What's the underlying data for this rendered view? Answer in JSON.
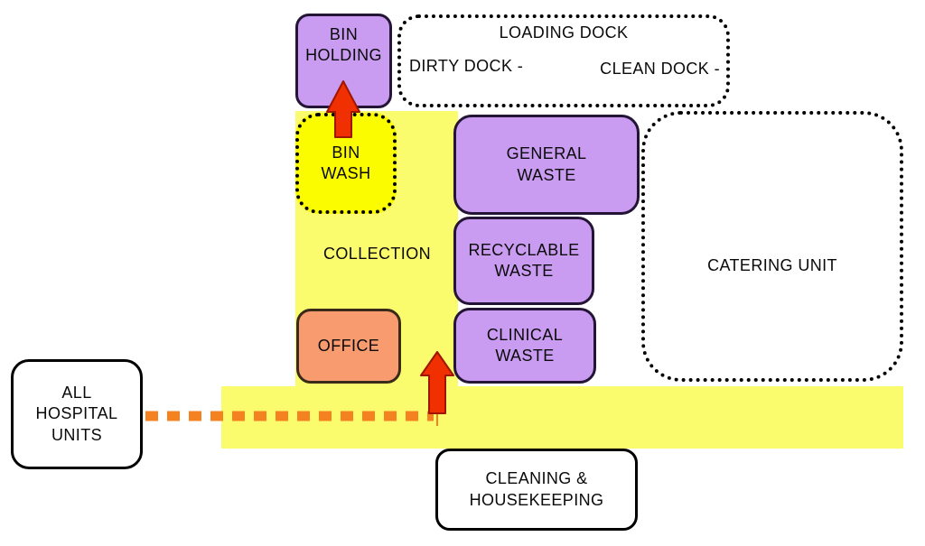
{
  "colors": {
    "purple": "#C99CF2",
    "purple_border": "#241435",
    "yellow_bright": "#FCFC00",
    "yellow_pale": "#FBFB6E",
    "orange": "#F89C70",
    "orange_border": "#3A2A1A",
    "red_arrow": "#F03000",
    "red_arrow_border": "#9E1500",
    "dash_orange": "#F58220",
    "black": "#000000"
  },
  "nodes": {
    "bin_holding": {
      "lines": [
        "BIN",
        "HOLDING"
      ]
    },
    "loading_dock": {
      "title": "LOADING DOCK",
      "dirty": "DIRTY DOCK -",
      "clean": "CLEAN DOCK -"
    },
    "bin_wash": {
      "lines": [
        "BIN",
        "WASH"
      ]
    },
    "general_waste": {
      "lines": [
        "GENERAL",
        "WASTE"
      ]
    },
    "catering_unit": {
      "label": "CATERING UNIT"
    },
    "collection_area": {
      "label": "COLLECTION"
    },
    "recyclable_waste": {
      "lines": [
        "RECYCLABLE",
        "WASTE"
      ]
    },
    "clinical_waste": {
      "lines": [
        "CLINICAL",
        "WASTE"
      ]
    },
    "office": {
      "label": "OFFICE"
    },
    "all_hospital_units": {
      "lines": [
        "ALL",
        "HOSPITAL",
        "UNITS"
      ]
    },
    "cleaning_housekeeping": {
      "lines": [
        "CLEANING &",
        "HOUSEKEEPING"
      ]
    }
  },
  "connectors": {
    "arrow_bin_wash_to_bin_holding": "red-up-arrow",
    "arrow_corridor_to_collection": "red-up-arrow",
    "route_all_hospital_units": "orange-dashed-line"
  }
}
